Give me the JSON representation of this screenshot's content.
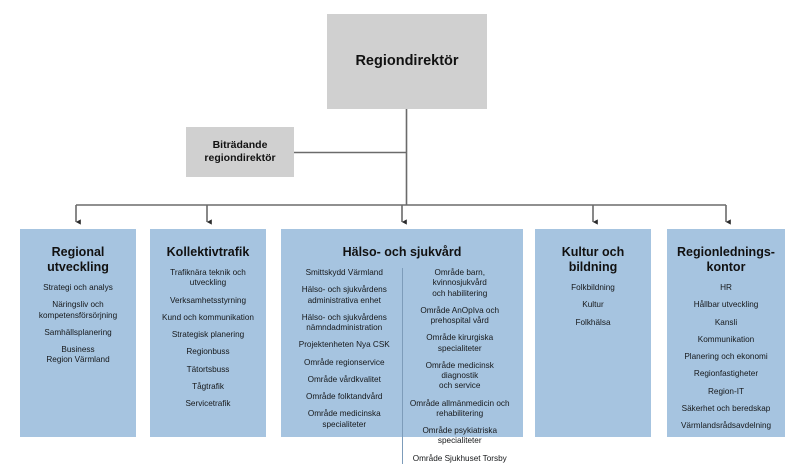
{
  "top": {
    "director": "Regiondirektör",
    "deputy": "Biträdande\nregiondirektör",
    "deputy_line1": "Biträdande",
    "deputy_line2": "regiondirektör"
  },
  "colors": {
    "box_gray": "#d0d0d0",
    "dept_blue": "#a6c4e0",
    "connector": "#6b6b6b",
    "divider": "#7d9cba",
    "text": "#16181a"
  },
  "departments": [
    {
      "id": "regional",
      "title": "Regional\nutveckling",
      "title_line1": "Regional",
      "title_line2": "utveckling",
      "items": [
        "Strategi och analys",
        "Näringsliv och\nkompetensförsörjning",
        "Samhällsplanering",
        "Business\nRegion Värmland"
      ]
    },
    {
      "id": "kollektivtrafik",
      "title": "Kollektivtrafik",
      "title_line1": "Kollektivtrafik",
      "title_line2": "",
      "items": [
        "Trafiknära teknik och\nutveckling",
        "Verksamhetsstyrning",
        "Kund och kommunikation",
        "Strategisk planering",
        "Regionbuss",
        "Tätortsbuss",
        "Tågtrafik",
        "Servicetrafik"
      ]
    },
    {
      "id": "halso-och-sjukvard",
      "title": "Hälso- och sjukvård",
      "title_line1": "Hälso- och sjukvård",
      "title_line2": "",
      "items_left": [
        "Smittskydd Värmland",
        "Hälso- och sjukvårdens\nadministrativa enhet",
        "Hälso- och sjukvårdens\nnämndadministration",
        "Projektenheten Nya CSK",
        "Område regionservice",
        "Område vårdkvalitet",
        "Område folktandvård",
        "Område medicinska\nspecialiteter"
      ],
      "items_right": [
        "Område barn, kvinnosjukvård\noch habilitering",
        "Område AnOpIva och\nprehospital vård",
        "Område kirurgiska specialiteter",
        "Område medicinsk diagnostik\noch service",
        "Område allmänmedicin och\nrehabilitering",
        "Område psykiatriska\nspecialiteter",
        "Område Sjukhuset Torsby"
      ]
    },
    {
      "id": "kultur-och-bildning",
      "title": "Kultur och\nbildning",
      "title_line1": "Kultur och",
      "title_line2": "bildning",
      "items": [
        "Folkbildning",
        "Kultur",
        "Folkhälsa"
      ]
    },
    {
      "id": "regionledningskontor",
      "title": "Regionlednings-\nkontor",
      "title_line1": "Regionlednings-",
      "title_line2": "kontor",
      "items": [
        "HR",
        "Hållbar utveckling",
        "Kansli",
        "Kommunikation",
        "Planering och ekonomi",
        "Regionfastigheter",
        "Region-IT",
        "Säkerhet och beredskap",
        "Värmlandsrådsavdelning"
      ]
    }
  ]
}
